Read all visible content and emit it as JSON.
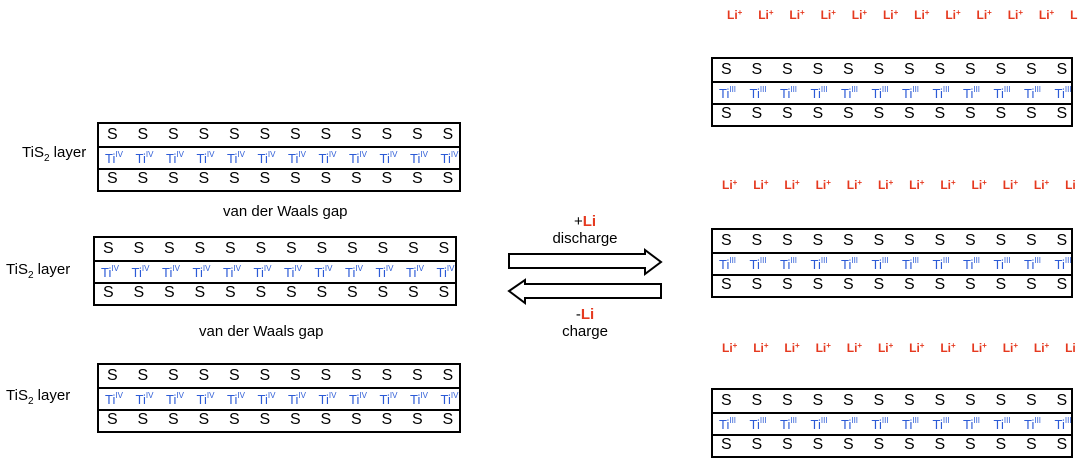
{
  "left_layers": [
    {
      "label_main": "TiS",
      "label_sub": "2",
      "label_rest": " layer",
      "s": "S",
      "ti": "Ti",
      "ti_ox": "IV"
    },
    {
      "label_main": "TiS",
      "label_sub": "2",
      "label_rest": " layer",
      "s": "S",
      "ti": "Ti",
      "ti_ox": "IV"
    },
    {
      "label_main": "TiS",
      "label_sub": "2",
      "label_rest": " layer",
      "s": "S",
      "ti": "Ti",
      "ti_ox": "IV"
    }
  ],
  "right_layers": [
    {
      "s": "S",
      "ti": "Ti",
      "ti_ox": "III"
    },
    {
      "s": "S",
      "ti": "Ti",
      "ti_ox": "III"
    },
    {
      "s": "S",
      "ti": "Ti",
      "ti_ox": "III"
    }
  ],
  "gap_labels": [
    "van der Waals gap",
    "van der Waals gap"
  ],
  "lithium_ion": {
    "symbol": "Li",
    "charge": "+",
    "last": "L",
    "last_row2": "Li",
    "last_row3": "Li"
  },
  "forward": {
    "sign": "+",
    "species": "Li",
    "label": "discharge"
  },
  "reverse": {
    "sign": "-",
    "species": "Li",
    "label": "charge"
  },
  "colors": {
    "ti": "#2c5bd6",
    "li": "#e5391f"
  }
}
